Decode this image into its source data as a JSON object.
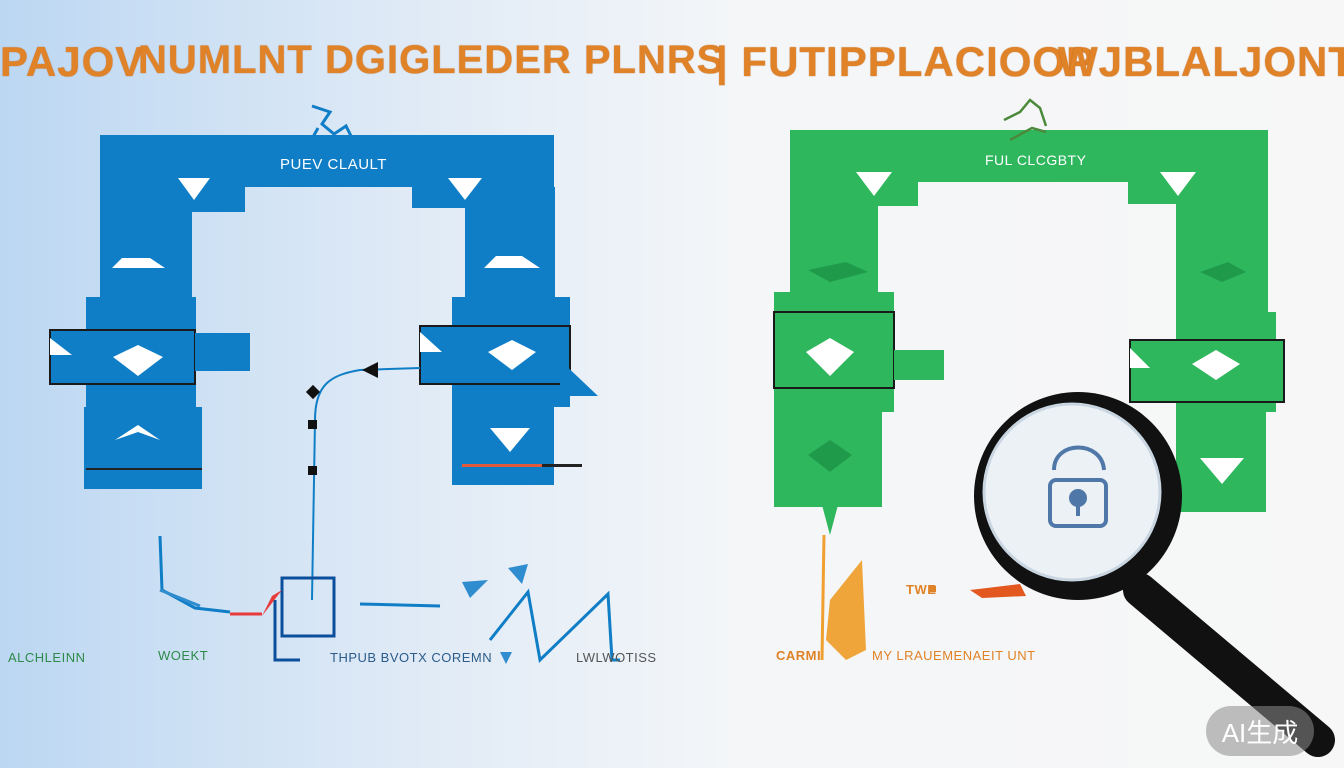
{
  "header": {
    "segments": [
      "PAJOV",
      "NUMLNT DGIGLEDER PLNRS",
      "| FUTIPPLACIOOP",
      "WJBLALJONT"
    ]
  },
  "left_diagram": {
    "title": "PUEV CLAULT",
    "color": "#0f7ec6",
    "labels": [
      "ALCHLEINN",
      "WOEKT",
      "THPUB BVOTX COREMN",
      "LWLWOTISS"
    ]
  },
  "right_diagram": {
    "title": "FUL CLCGBTY",
    "color": "#2fb75e",
    "labels": [
      "CARMI",
      "TWE",
      "MY LRAUEMENAEIT UNT"
    ]
  },
  "magnifier": {
    "icon": "padlock-icon"
  },
  "watermark": {
    "text": "AI生成"
  },
  "colors": {
    "accent_orange": "#e08227",
    "blue": "#0f7ec6",
    "green": "#2fb75e"
  }
}
